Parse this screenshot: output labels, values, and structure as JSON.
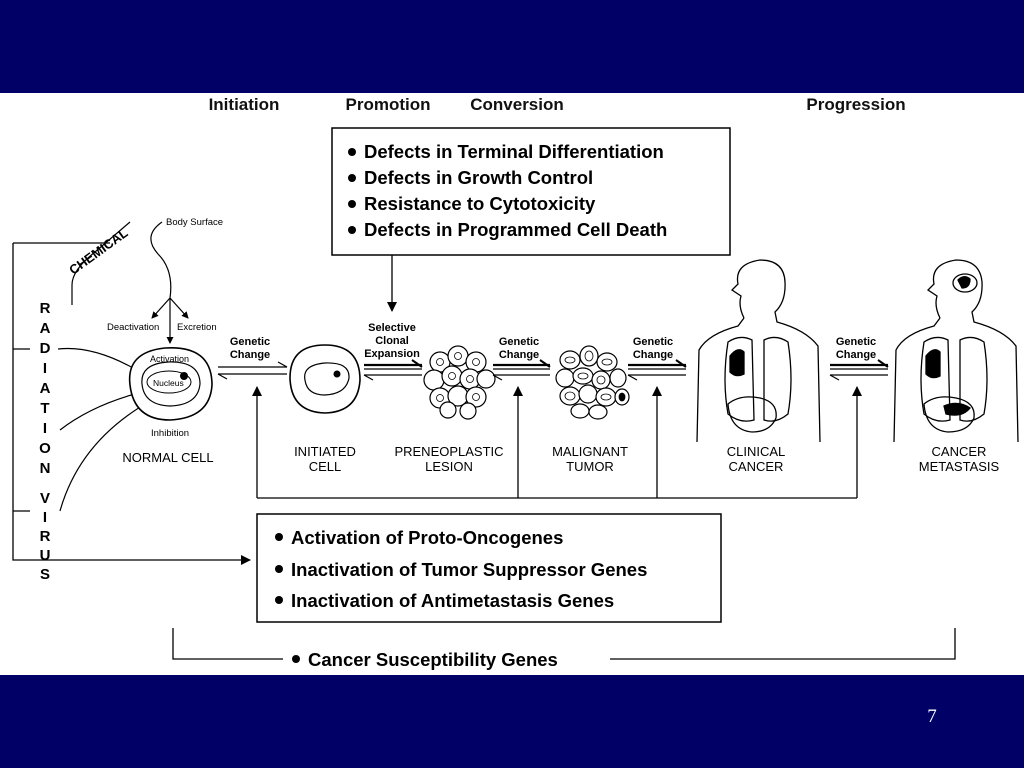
{
  "slide": {
    "page_number": "7",
    "background": "#000066"
  },
  "stages": [
    "Initiation",
    "Promotion",
    "Conversion",
    "Progression"
  ],
  "top_box": {
    "items": [
      "Defects in Terminal Differentiation",
      "Defects in Growth Control",
      "Resistance to Cytotoxicity",
      "Defects in Programmed Cell Death"
    ]
  },
  "bottom_box": {
    "items": [
      "Activation of Proto-Oncogenes",
      "Inactivation of Tumor Suppressor Genes",
      "Inactivation of Antimetastasis Genes"
    ]
  },
  "susceptibility": "Cancer Susceptibility Genes",
  "agents": {
    "chemical": "CHEMICAL",
    "radiation": "RADIATION",
    "virus": "VIRUS"
  },
  "normal_cell": {
    "body_surface": "Body Surface",
    "deactivation": "Deactivation",
    "excretion": "Excretion",
    "activation": "Activation",
    "nucleus": "Nucleus",
    "inhibition": "Inhibition",
    "label": "NORMAL CELL"
  },
  "transitions": {
    "genetic_change": [
      "Genetic",
      "Change"
    ],
    "selective": [
      "Selective",
      "Clonal",
      "Expansion"
    ]
  },
  "cells": {
    "initiated": [
      "INITIATED",
      "CELL"
    ],
    "preneoplastic": [
      "PRENEOPLASTIC",
      "LESION"
    ],
    "malignant": [
      "MALIGNANT",
      "TUMOR"
    ],
    "clinical": [
      "CLINICAL",
      "CANCER"
    ],
    "metastasis": [
      "CANCER",
      "METASTASIS"
    ]
  }
}
